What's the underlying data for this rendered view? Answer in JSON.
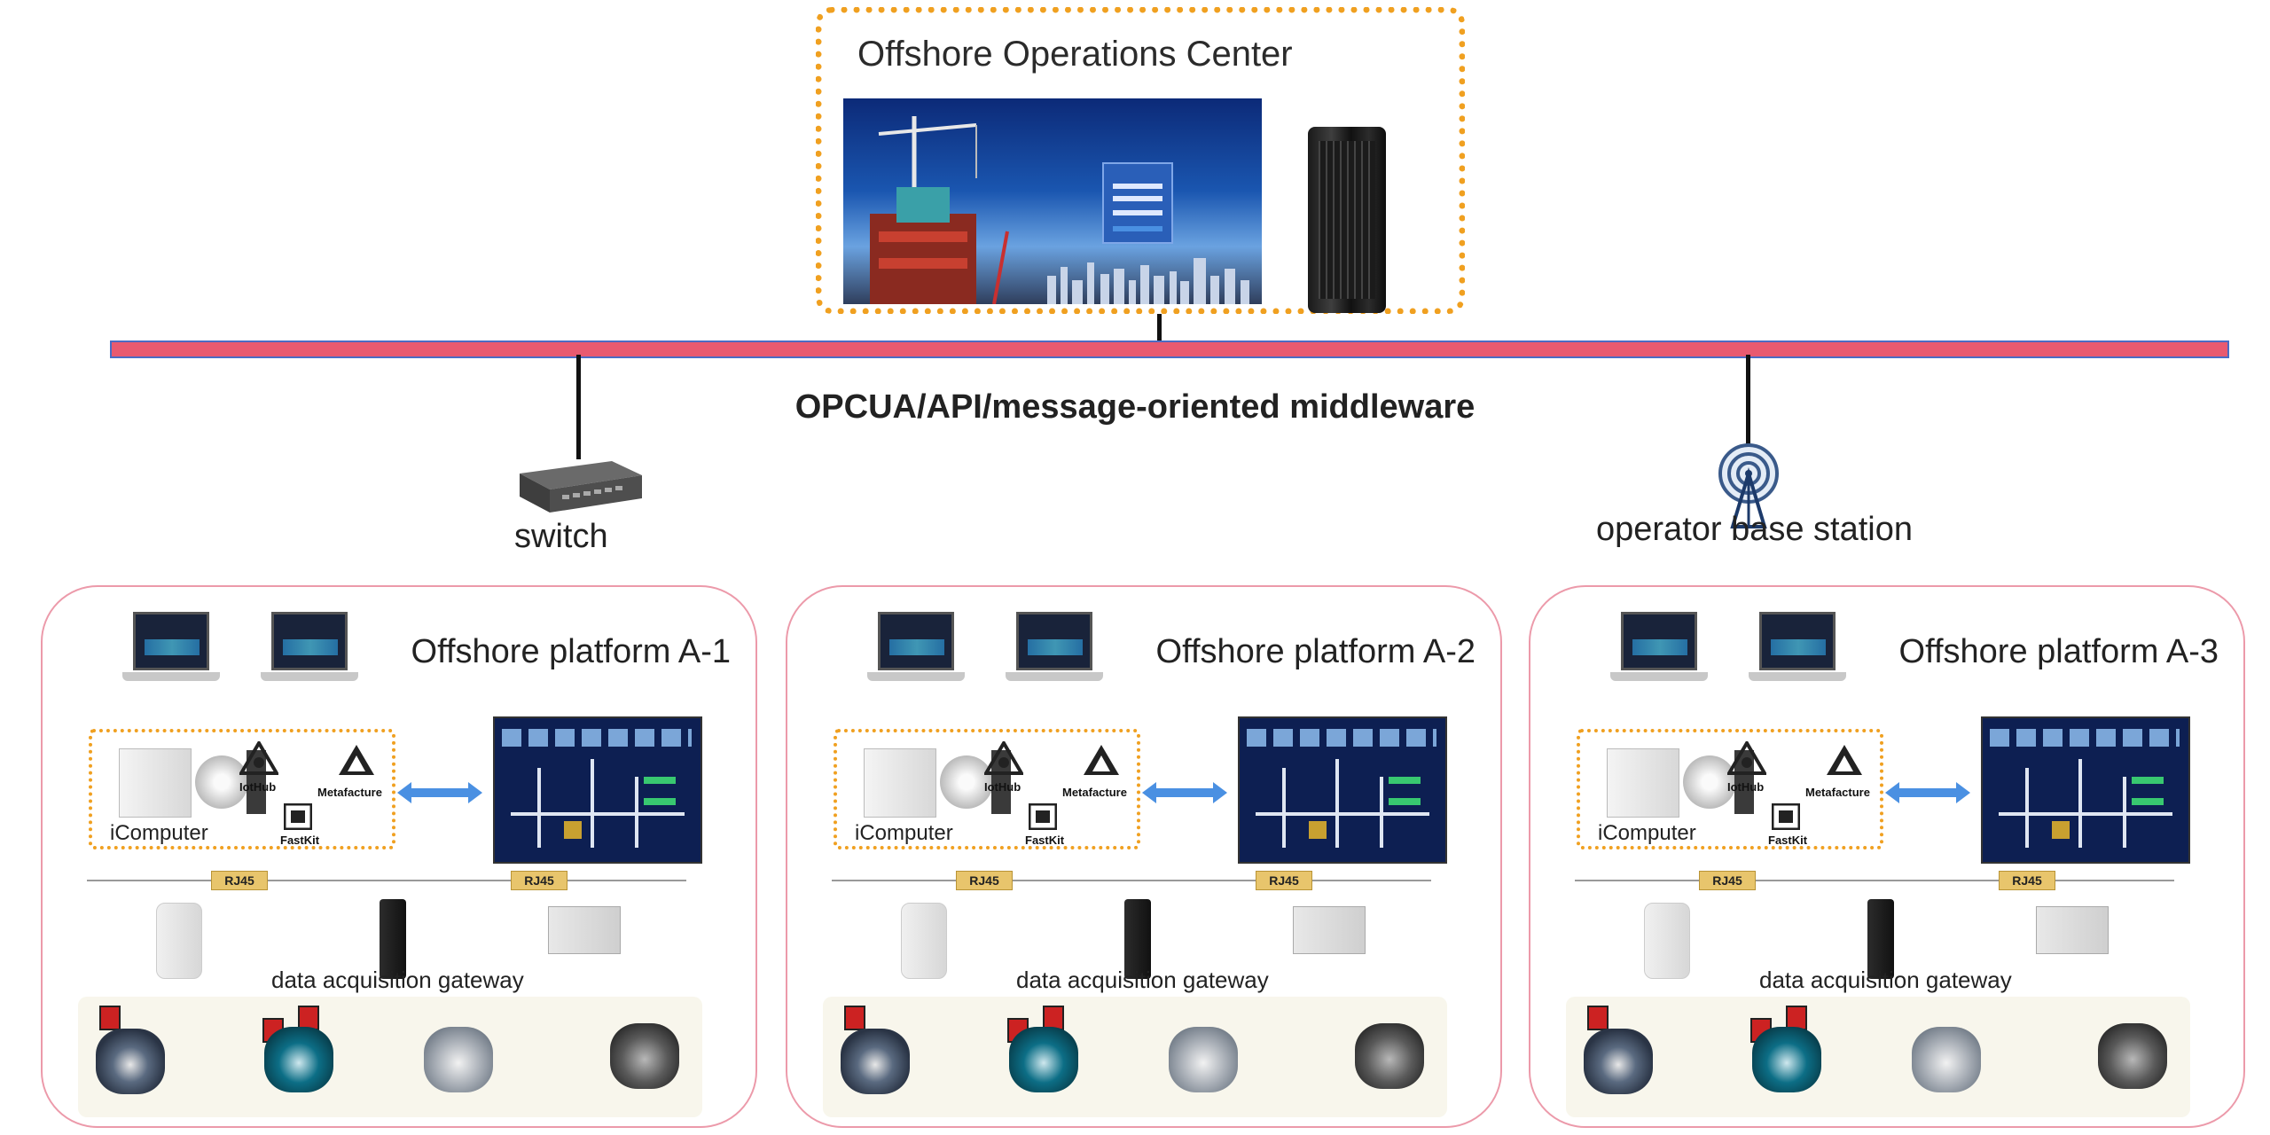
{
  "center": {
    "title": "Offshore Operations Center"
  },
  "bus": {
    "label": "OPCUA/API/message-oriented middleware"
  },
  "switch": {
    "label": "switch"
  },
  "base_station": {
    "label": "operator base station"
  },
  "platforms": [
    {
      "title": "Offshore platform A-1",
      "icomputer_label": "iComputer",
      "iothub_label": "IotHub",
      "metafacture_label": "Metafacture",
      "fastkit_label": "FastKit",
      "rj45_labels": [
        "RJ45",
        "RJ45"
      ],
      "gateway_label": "data acquisition gateway"
    },
    {
      "title": "Offshore platform A-2",
      "icomputer_label": "iComputer",
      "iothub_label": "IotHub",
      "metafacture_label": "Metafacture",
      "fastkit_label": "FastKit",
      "rj45_labels": [
        "RJ45",
        "RJ45"
      ],
      "gateway_label": "data acquisition gateway"
    },
    {
      "title": "Offshore platform A-3",
      "icomputer_label": "iComputer",
      "iothub_label": "IotHub",
      "metafacture_label": "Metafacture",
      "fastkit_label": "FastKit",
      "rj45_labels": [
        "RJ45",
        "RJ45"
      ],
      "gateway_label": "data acquisition gateway"
    }
  ],
  "colors": {
    "bus": "#e85a70",
    "bus_border": "#4a6cc4",
    "dotted_border": "#f0a020",
    "platform_border": "#ec9aaa",
    "arrow": "#4a90e2"
  }
}
